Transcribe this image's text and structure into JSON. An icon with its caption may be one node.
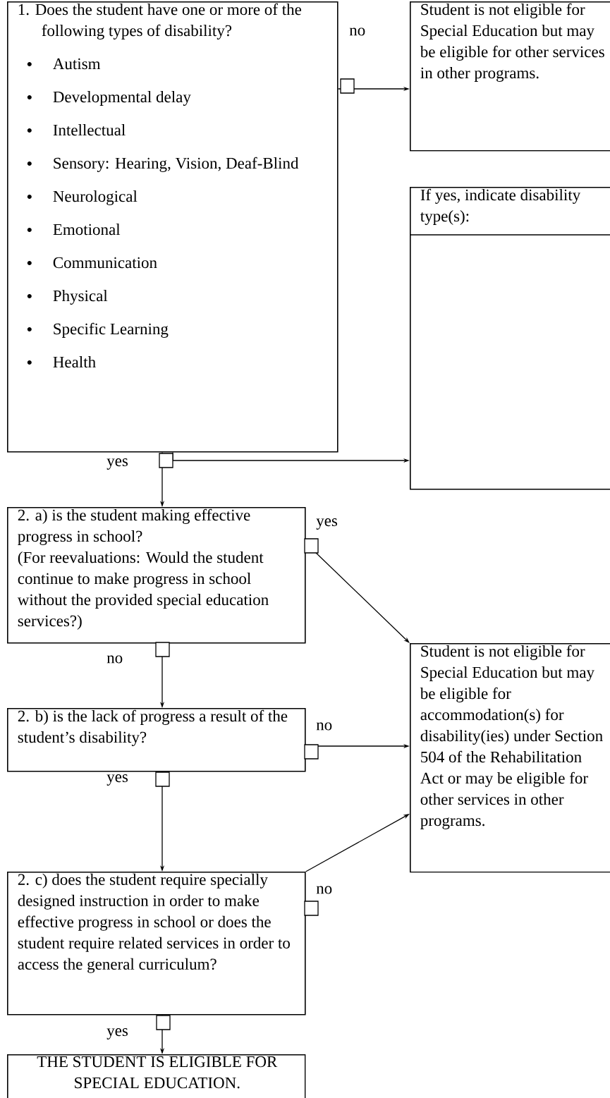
{
  "diagram": {
    "nodes": [
      {
        "text": [
          "1. Does the student have one or more of the following types of disability?",
          "Autism",
          "Developmental delay",
          "Intellectual",
          "Sensory: Hearing, Vision, Deaf-Blind",
          "Neurological",
          "Emotional",
          "Communication",
          "Physical",
          "Specific Learning",
          "Health"
        ]
      },
      {
        "text": [
          "Student is not eligible for Special Education but may be eligible for other services in other programs."
        ]
      },
      {
        "text": [
          "If yes, indicate disability type(s):"
        ]
      },
      {
        "text": [
          "2. a) is the student making effective progress in school?",
          "(For reevaluations: Would the student continue to make progress in school without the provided special education services?)"
        ]
      },
      {
        "text": [
          "Student is not eligible for Special Education but may be eligible for accommodation(s) for disability(ies) under Section 504 of the Rehabilitation Act or may be eligible for other services in other programs."
        ]
      },
      {
        "text": [
          "2. b) is the lack of progress a result of the student’s disability?"
        ]
      },
      {
        "text": [
          "2. c) does the student require specially designed instruction in order to make effective progress in school or does the student require related services in order to access the general curriculum?"
        ]
      },
      {
        "text": [
          "THE STUDENT IS ELIGIBLE FOR SPECIAL EDUCATION."
        ]
      }
    ],
    "edges": [
      {
        "from": 0,
        "to": 1,
        "arrow": "to",
        "label": "no"
      },
      {
        "from": 0,
        "to": 2,
        "arrow": "to"
      },
      {
        "from": 0,
        "to": 3,
        "arrow": "to",
        "label": "yes"
      },
      {
        "from": 3,
        "to": 4,
        "arrow": "to",
        "label": "yes"
      },
      {
        "from": 3,
        "to": 5,
        "arrow": "to",
        "label": "no"
      },
      {
        "from": 5,
        "to": 4,
        "arrow": "to",
        "label": "no"
      },
      {
        "from": 5,
        "to": 6,
        "arrow": "to",
        "label": "yes"
      },
      {
        "from": 6,
        "to": 4,
        "arrow": "to",
        "label": "no"
      },
      {
        "from": 6,
        "to": 7,
        "arrow": "to",
        "label": "yes"
      }
    ]
  }
}
